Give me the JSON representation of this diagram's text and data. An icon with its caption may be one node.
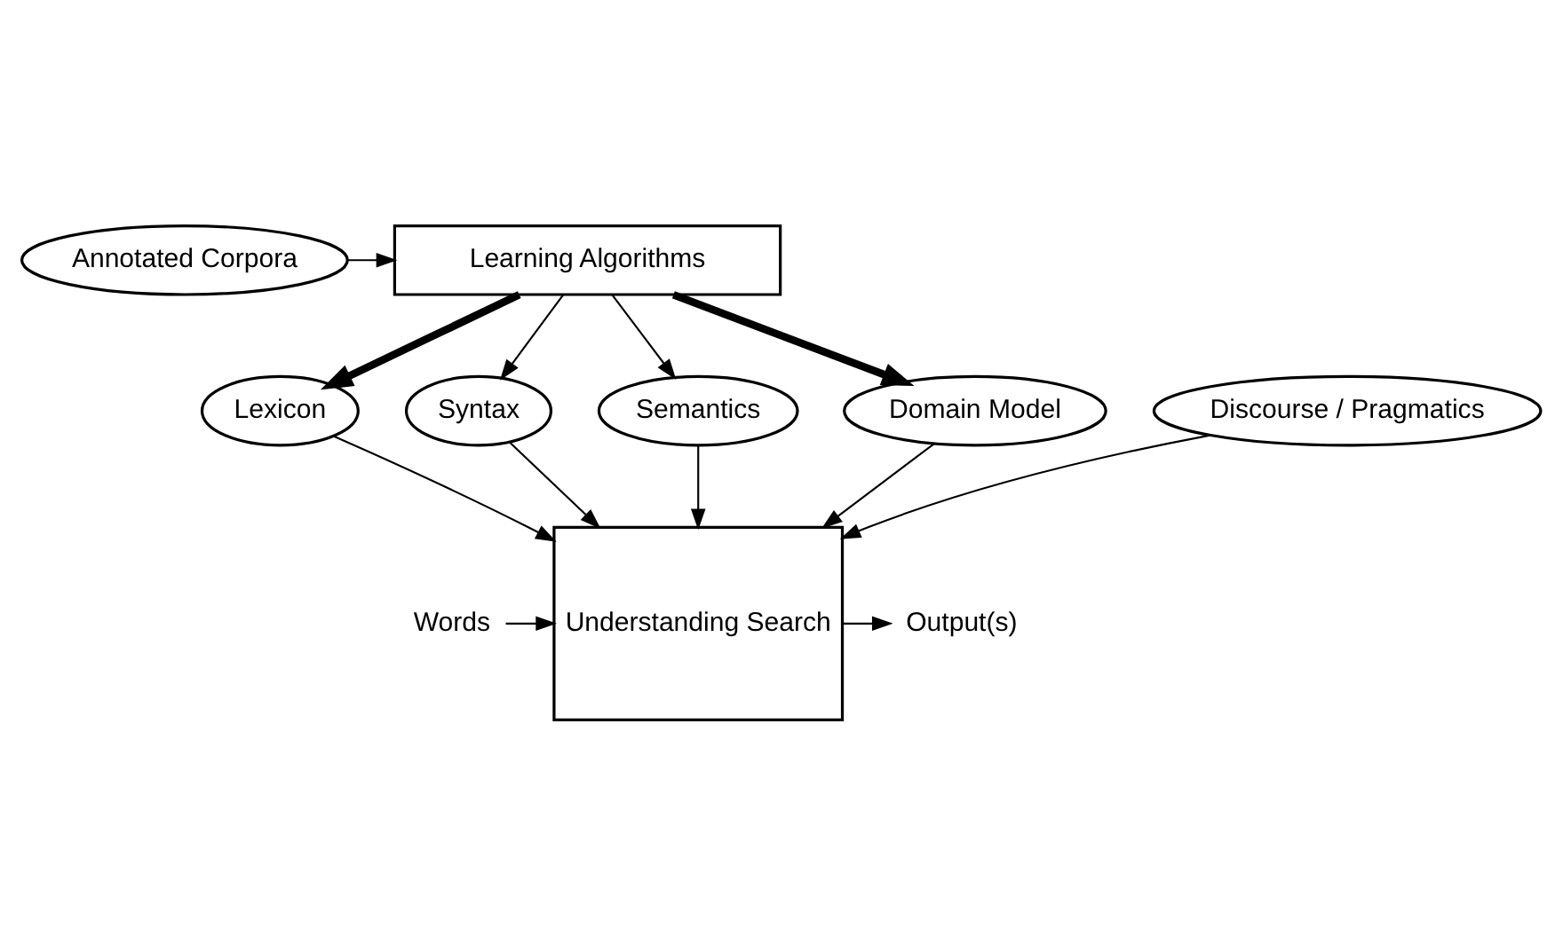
{
  "diagram": {
    "nodes": [
      {
        "text": [
          "Annotated Corpora"
        ]
      },
      {
        "text": [
          "Learning Algorithms"
        ]
      },
      {
        "text": [
          "Lexicon"
        ]
      },
      {
        "text": [
          "Syntax"
        ]
      },
      {
        "text": [
          "Semantics"
        ]
      },
      {
        "text": [
          "Domain Model"
        ]
      },
      {
        "text": [
          "Discourse / Pragmatics"
        ]
      },
      {
        "text": [
          "Understanding Search"
        ]
      },
      {
        "text": [
          "Words"
        ]
      },
      {
        "text": [
          "Output(s)"
        ]
      }
    ],
    "edges": [
      {
        "from": 0,
        "to": 1,
        "arrow": "to"
      },
      {
        "from": 1,
        "to": 2,
        "arrow": "to",
        "style": "thick"
      },
      {
        "from": 1,
        "to": 3,
        "arrow": "to"
      },
      {
        "from": 1,
        "to": 4,
        "arrow": "to"
      },
      {
        "from": 1,
        "to": 5,
        "arrow": "to",
        "style": "thick"
      },
      {
        "from": 2,
        "to": 7,
        "arrow": "to"
      },
      {
        "from": 3,
        "to": 7,
        "arrow": "to"
      },
      {
        "from": 4,
        "to": 7,
        "arrow": "to"
      },
      {
        "from": 5,
        "to": 7,
        "arrow": "to"
      },
      {
        "from": 6,
        "to": 7,
        "arrow": "to"
      },
      {
        "from": 8,
        "to": 7,
        "arrow": "to"
      },
      {
        "from": 7,
        "to": 9,
        "arrow": "to"
      }
    ]
  }
}
